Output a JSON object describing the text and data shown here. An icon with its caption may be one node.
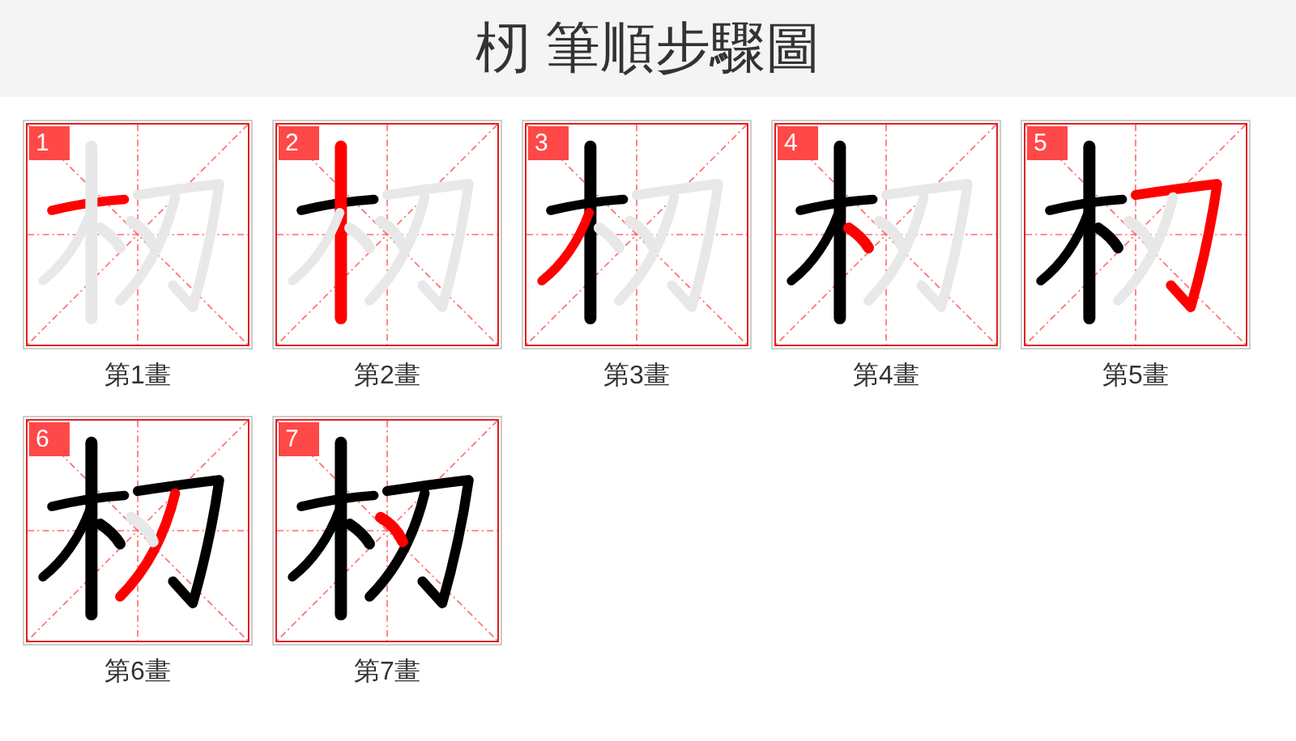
{
  "diagram": {
    "title": "杒 筆順步驟圖",
    "nodes": [
      {
        "text": [
          "1"
        ],
        "beside": [
          "第1畫"
        ]
      },
      {
        "text": [
          "2"
        ],
        "beside": [
          "第2畫"
        ]
      },
      {
        "text": [
          "3"
        ],
        "beside": [
          "第3畫"
        ]
      },
      {
        "text": [
          "4"
        ],
        "beside": [
          "第4畫"
        ]
      },
      {
        "text": [
          "5"
        ],
        "beside": [
          "第5畫"
        ]
      },
      {
        "text": [
          "6"
        ],
        "beside": [
          "第6畫"
        ]
      },
      {
        "text": [
          "7"
        ],
        "beside": [
          "第7畫"
        ]
      }
    ]
  }
}
